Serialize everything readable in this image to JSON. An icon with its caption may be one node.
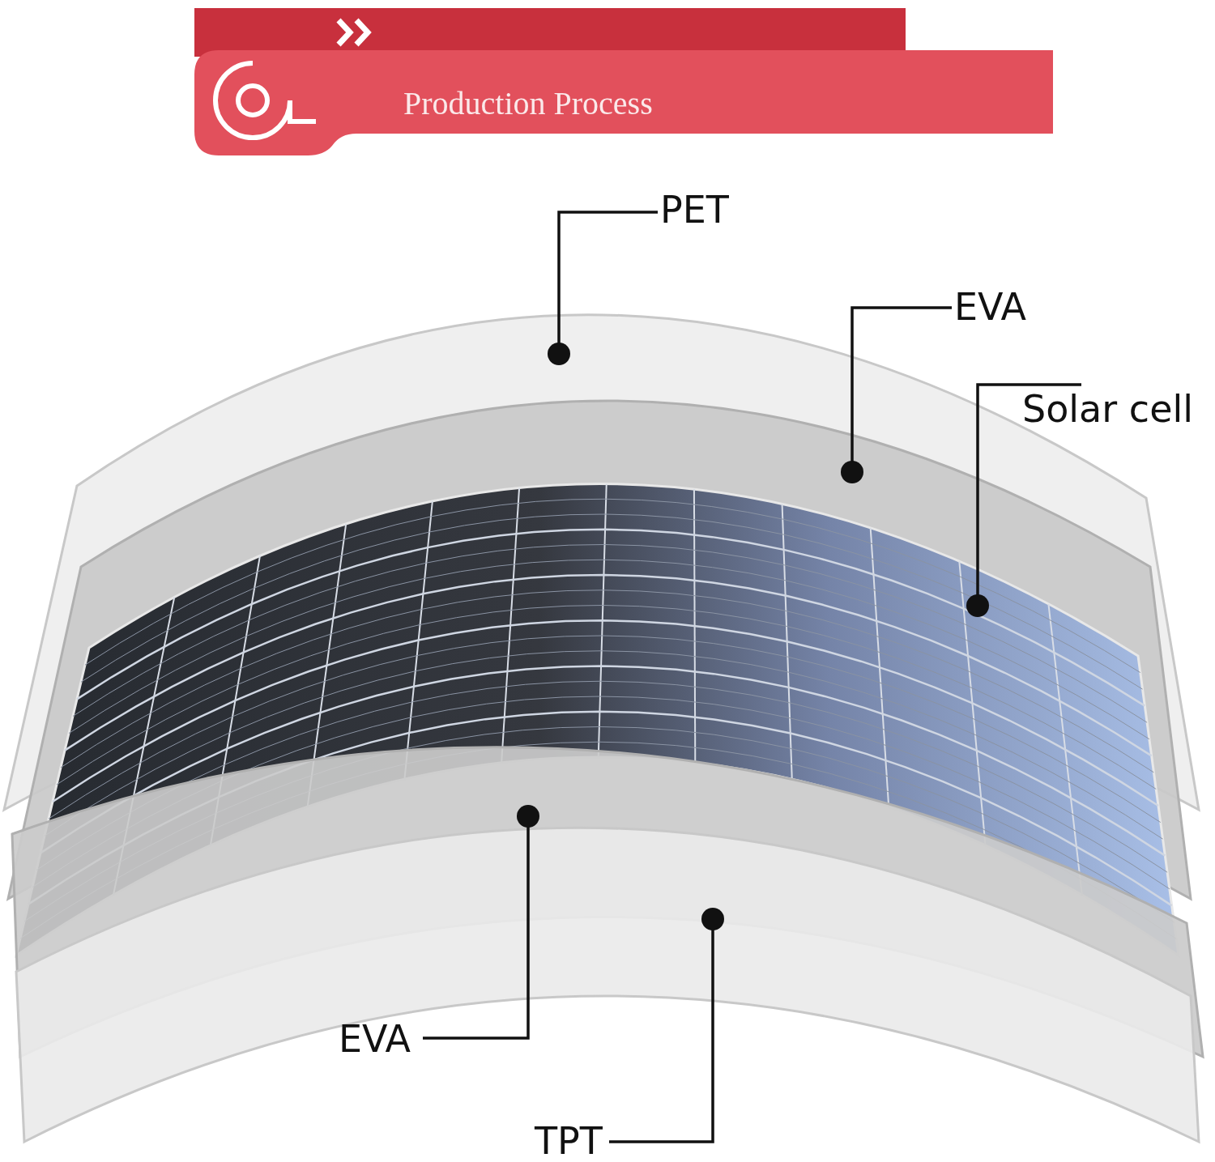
{
  "diagram": {
    "title": "Production Process",
    "nodes": [
      {
        "text": [
          "PET"
        ]
      },
      {
        "text": [
          "EVA"
        ]
      },
      {
        "text": [
          "Solar cell"
        ]
      },
      {
        "text": [
          "EVA"
        ]
      },
      {
        "text": [
          "TPT"
        ]
      },
      {
        "text": [],
        "shape": "sheet"
      },
      {
        "text": [],
        "shape": "sheet"
      },
      {
        "text": [],
        "shape": "picture"
      },
      {
        "text": [],
        "shape": "sheet"
      },
      {
        "text": [],
        "shape": "sheet"
      }
    ],
    "edges": [
      {
        "from": 0,
        "to": 5,
        "arrow": "other"
      },
      {
        "from": 1,
        "to": 6,
        "arrow": "other"
      },
      {
        "from": 2,
        "to": 7,
        "arrow": "other"
      },
      {
        "from": 3,
        "to": 8,
        "arrow": "other"
      },
      {
        "from": 4,
        "to": 9,
        "arrow": "other"
      }
    ]
  }
}
